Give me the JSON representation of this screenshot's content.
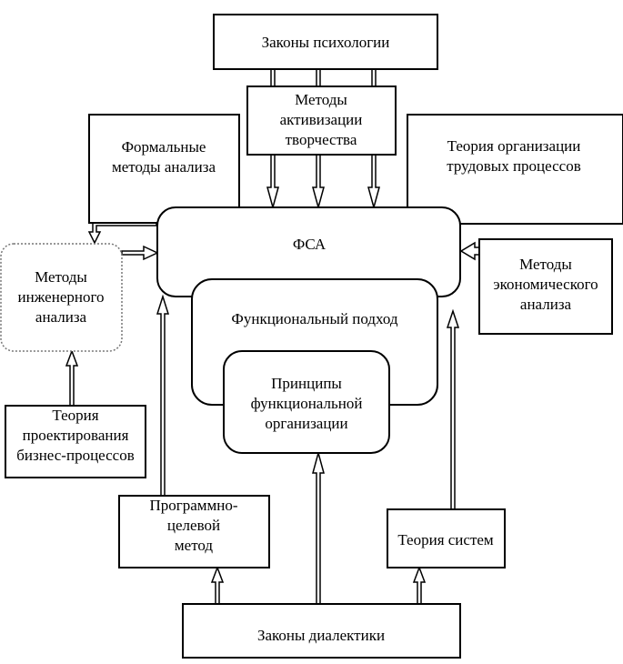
{
  "nodes": {
    "zakony_psihologii": {
      "lines": [
        "Законы психологии"
      ]
    },
    "metody_aktivizacii": {
      "lines": [
        "Методы",
        "активизации",
        "творчества"
      ]
    },
    "formalnye_metody": {
      "lines": [
        "Формальные",
        "методы анализа"
      ]
    },
    "teoriya_organizacii": {
      "lines": [
        "Теория организации",
        "трудовых процессов"
      ]
    },
    "fsa": {
      "lines": [
        "ФСА"
      ]
    },
    "metody_inzhenernogo": {
      "lines": [
        "Методы",
        "инженерного",
        "анализа"
      ]
    },
    "metody_ekonomicheskogo": {
      "lines": [
        "Методы",
        "экономического",
        "анализа"
      ]
    },
    "funkcionalnyj_podhod": {
      "lines": [
        "Функциональный подход"
      ]
    },
    "principy": {
      "lines": [
        "Принципы",
        "функциональной",
        "организации"
      ]
    },
    "teoriya_proektirovaniya": {
      "lines": [
        "Теория",
        "проектирования",
        "бизнес-процессов"
      ]
    },
    "programmno_celevoj": {
      "lines": [
        "Программно-",
        "целевой",
        "метод"
      ]
    },
    "teoriya_sistem": {
      "lines": [
        "Теория систем"
      ]
    },
    "zakony_dialektiki": {
      "lines": [
        "Законы диалектики"
      ]
    }
  }
}
